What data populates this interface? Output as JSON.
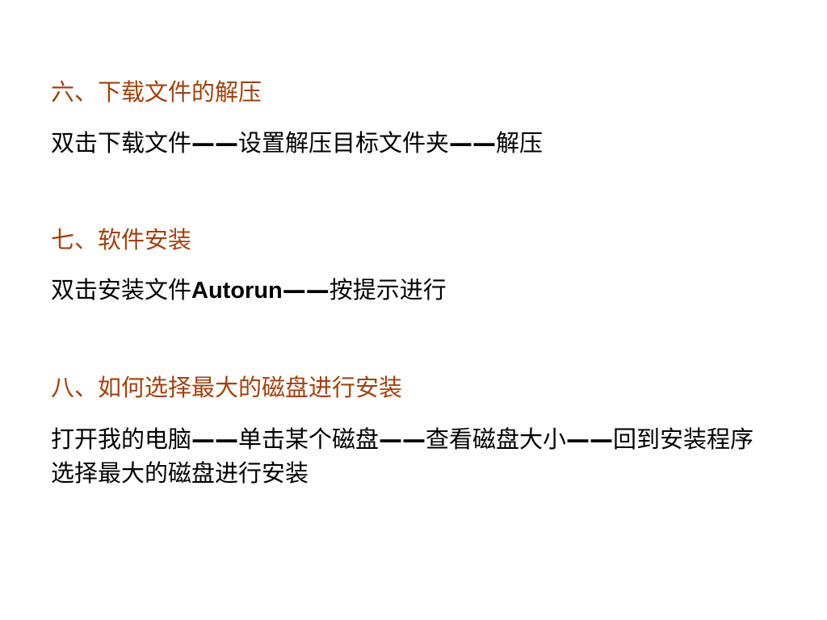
{
  "colors": {
    "heading": "#A0420F",
    "body": "#000000",
    "background": "#FFFFFF"
  },
  "sections": [
    {
      "heading": "六、下载文件的解压",
      "body": [
        "双击下载文件",
        "——",
        "设置解压目标文件夹",
        "——",
        "解压"
      ]
    },
    {
      "heading": "七、软件安装",
      "body": [
        "双击安装文件",
        "Autorun",
        "——",
        "按提示进行"
      ]
    },
    {
      "heading": "八、如何选择最大的磁盘进行安装",
      "body": [
        "打开我的电脑",
        "——",
        "单击某个磁盘",
        "——",
        "查看磁盘大小",
        "——",
        "回到安装程序选择最大的磁盘进行安装"
      ]
    }
  ]
}
